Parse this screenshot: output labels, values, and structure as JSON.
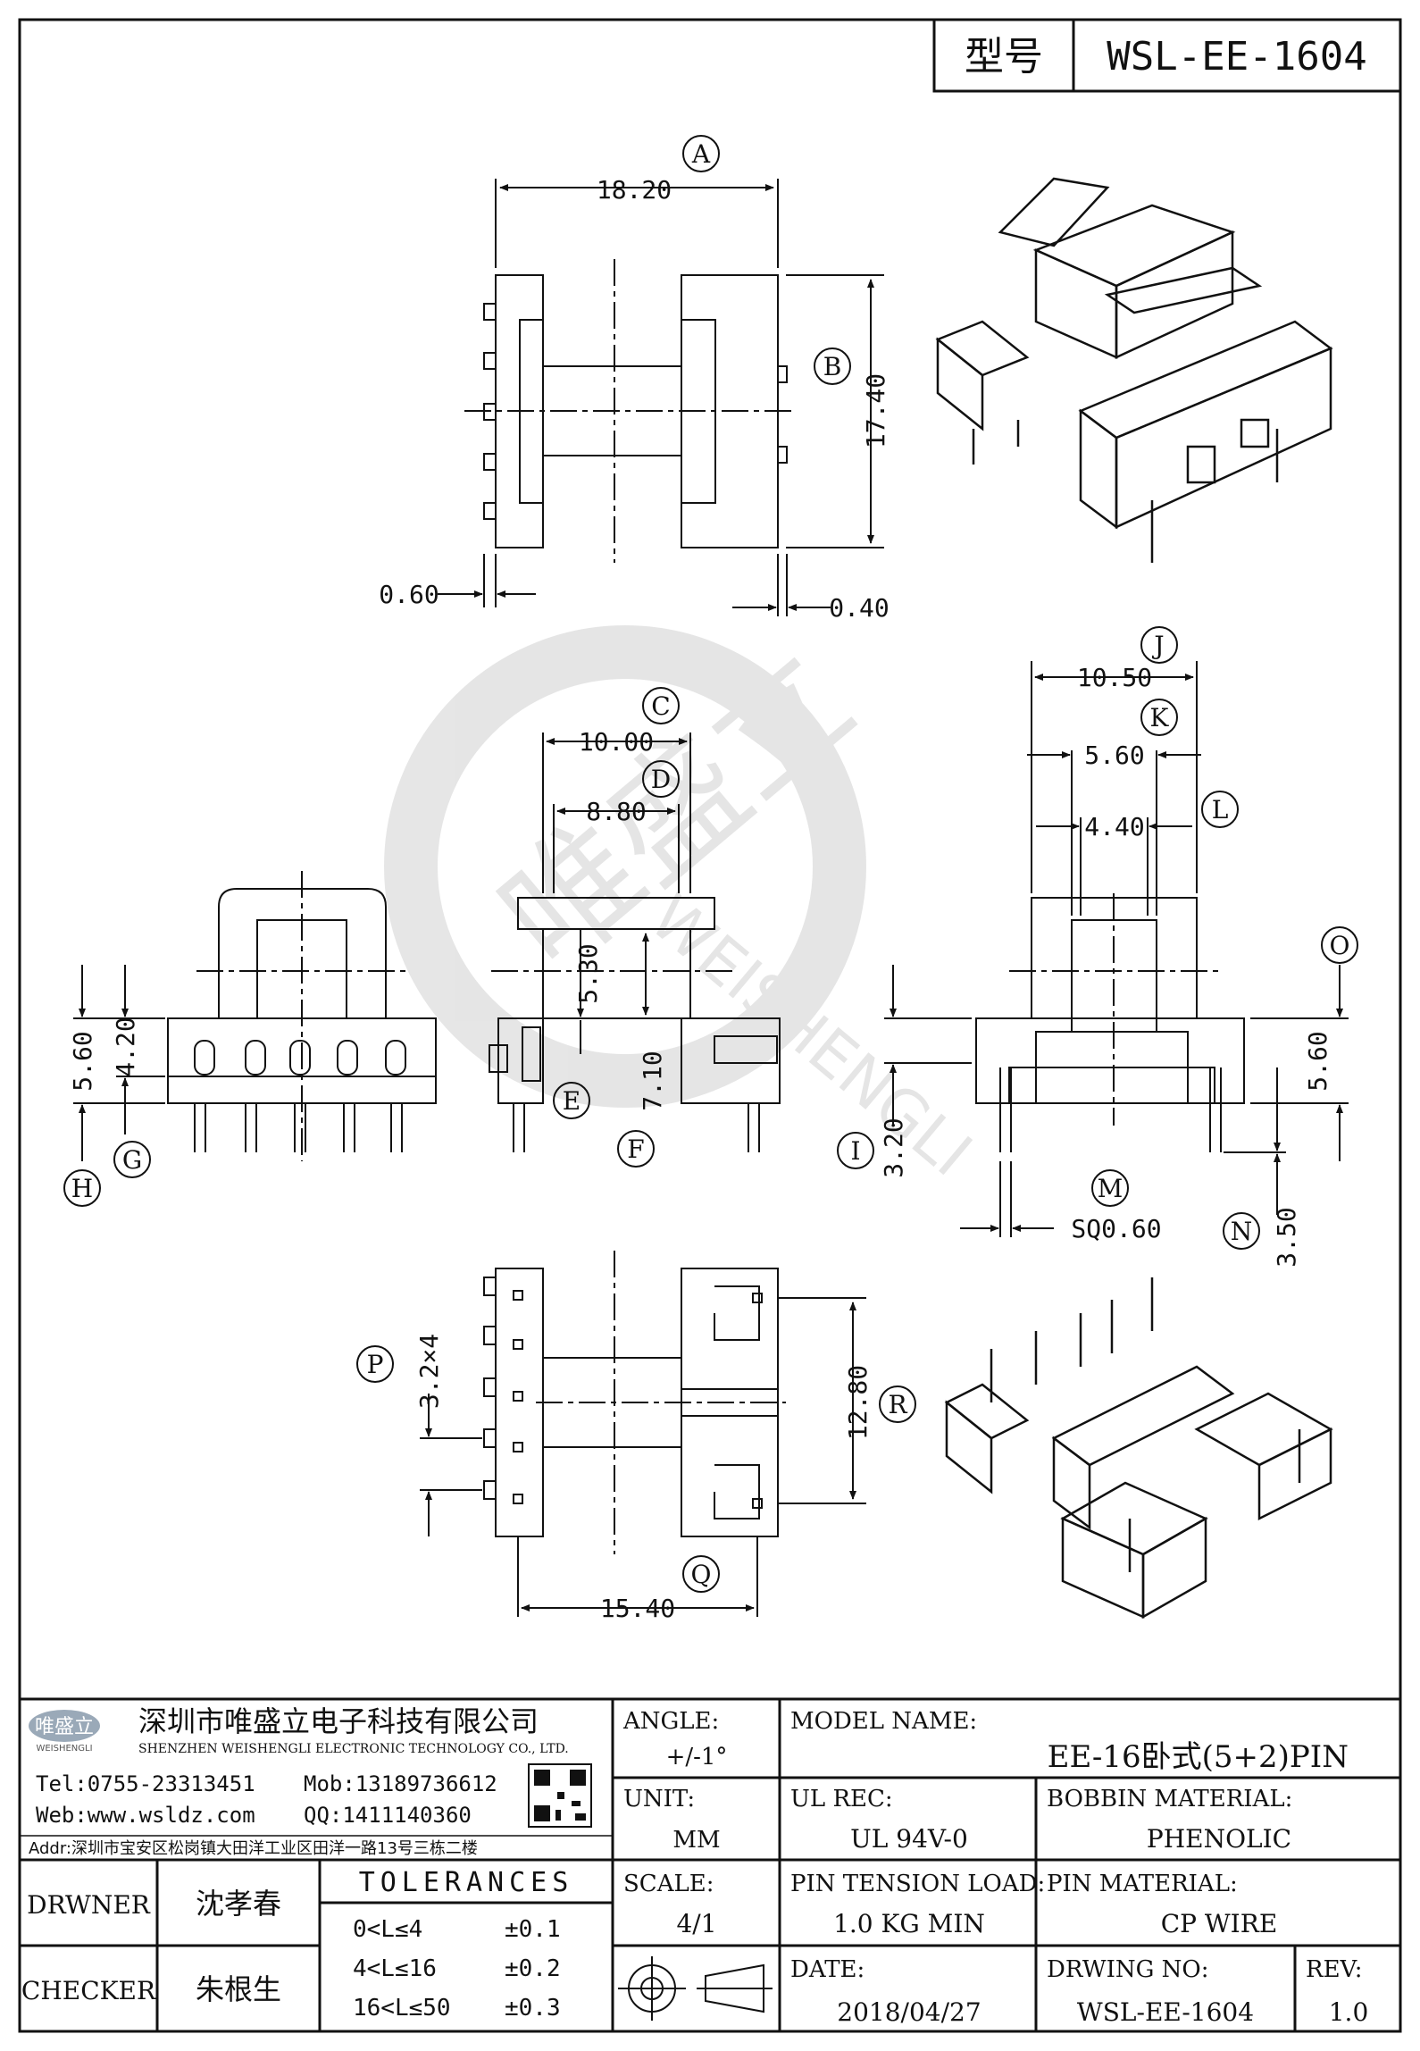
{
  "title_block": {
    "model_label": "型号",
    "model_value": "WSL-EE-1604"
  },
  "watermark": {
    "brand": "唯盛立",
    "latin": "WEISHENGLI"
  },
  "views": {
    "top": {
      "a_dim": "18.20",
      "b_dim": "17.40",
      "dim_060": "0.60",
      "dim_040": "0.40",
      "label_a": "A",
      "label_b": "B"
    },
    "front": {
      "dim_560": "5.60",
      "dim_420": "4.20",
      "label_h": "H",
      "label_g": "G"
    },
    "side": {
      "dim_1000": "10.00",
      "dim_880": "8.80",
      "dim_530": "5.30",
      "dim_710": "7.10",
      "label_c": "C",
      "label_d": "D",
      "label_e": "E",
      "label_f": "F"
    },
    "right": {
      "dim_1050": "10.50",
      "dim_560": "5.60",
      "dim_440": "4.40",
      "dim_320": "3.20",
      "dim_560b": "5.60",
      "dim_350": "3.50",
      "dim_sq": "SQ0.60",
      "label_j": "J",
      "label_k": "K",
      "label_l": "L",
      "label_o": "O",
      "label_i": "I",
      "label_m": "M",
      "label_n": "N"
    },
    "bottom": {
      "dim_pitch": "3.2×4",
      "dim_1280": "12.80",
      "dim_1540": "15.40",
      "label_p": "P",
      "label_r": "R",
      "label_q": "Q"
    }
  },
  "company": {
    "name_cn": "深圳市唯盛立电子科技有限公司",
    "name_en": "SHENZHEN WEISHENGLI ELECTRONIC TECHNOLOGY CO., LTD.",
    "logo_text": "唯盛立",
    "logo_sub": "WEISHENGLI",
    "tel": "Tel:0755-23313451",
    "mob": "Mob:13189736612",
    "web": "Web:www.wsldz.com",
    "qq": "QQ:1411140360",
    "addr": "Addr:深圳市宝安区松岗镇大田洋工业区田洋一路13号三栋二楼"
  },
  "specs": {
    "angle_label": "ANGLE:",
    "angle_value": "+/-1°",
    "model_name_label": "MODEL NAME:",
    "model_name_value": "EE-16卧式(5+2)PIN",
    "unit_label": "UNIT:",
    "unit_value": "MM",
    "ul_label": "UL REC:",
    "ul_value": "UL 94V-0",
    "bobbin_label": "BOBBIN MATERIAL:",
    "bobbin_value": "PHENOLIC",
    "scale_label": "SCALE:",
    "scale_value": "4/1",
    "pin_tension_label": "PIN TENSION LOAD:",
    "pin_tension_value": "1.0 KG MIN",
    "pin_material_label": "PIN MATERIAL:",
    "pin_material_value": "CP WIRE",
    "date_label": "DATE:",
    "date_value": "2018/04/27",
    "drawing_no_label": "DRWING NO:",
    "drawing_no_value": "WSL-EE-1604",
    "rev_label": "REV:",
    "rev_value": "1.0"
  },
  "people": {
    "drawer_label": "DRWNER",
    "drawer_name": "沈孝春",
    "checker_label": "CHECKER",
    "checker_name": "朱根生"
  },
  "tolerances": {
    "title": "TOLERANCES",
    "rows": [
      {
        "range": "0<L≤4",
        "tol": "±0.1"
      },
      {
        "range": "4<L≤16",
        "tol": "±0.2"
      },
      {
        "range": "16<L≤50",
        "tol": "±0.3"
      }
    ]
  }
}
